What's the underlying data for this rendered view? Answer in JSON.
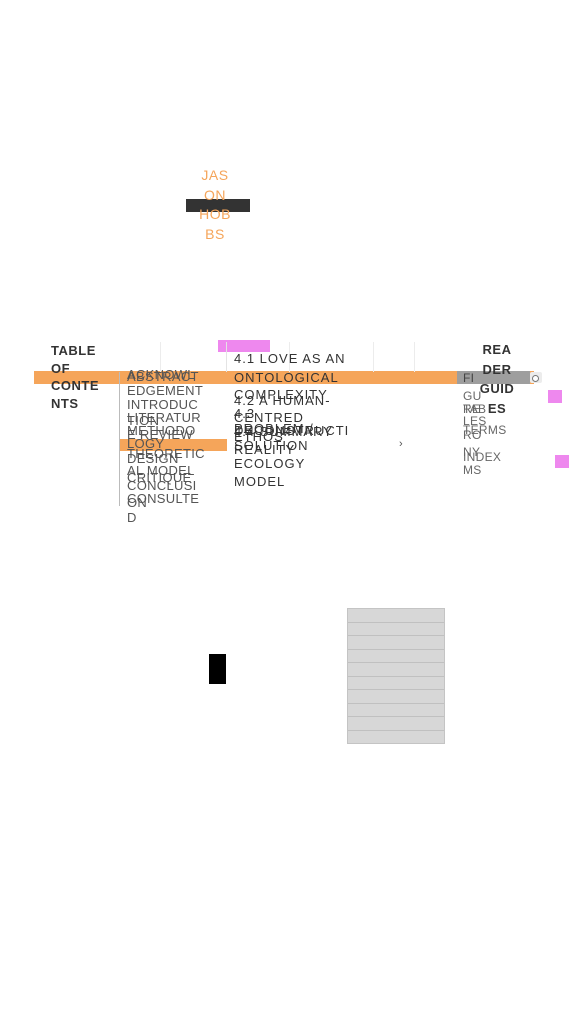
{
  "author": {
    "lines": [
      "JAS",
      "ON",
      "HOB",
      "BS"
    ]
  },
  "toc": {
    "title_lines": [
      "TABLE",
      "OF",
      "CONTE",
      "NTS"
    ]
  },
  "column1": [
    "ACKNOWL",
    "ABSTRACT",
    "EDGEMENT",
    "INTRODUC",
    "LITERATUR",
    "TION",
    "METHODO",
    "E REVIEW",
    "LOGY",
    "THEORETIC",
    "DESIGN",
    "AL MODEL",
    "CRITIQUE",
    "CONCLUSI",
    "ON",
    "CONSULTE",
    "D"
  ],
  "column2": [
    "4.1 LOVE AS AN",
    "ONTOLOGICAL",
    "COMPLEXITY",
    "4.2 A HUMAN-",
    "4.3 DECONSTRUCTI",
    "CENTRED",
    "PROBLEM /",
    "ETHOS",
    "4.4 SUMMARY",
    "SOLUTION",
    "REALITY",
    "ECOLOGY",
    "MODEL"
  ],
  "reader": {
    "title_lines": [
      "REA",
      "DER",
      "GUID",
      "ES"
    ],
    "items": [
      "FI",
      "GU",
      "RE",
      "TAB",
      "LES",
      "TERMS",
      "RO",
      "NY",
      "INDEX",
      "MS"
    ]
  },
  "chevron": "›",
  "colors": {
    "accent_orange": "#f5a55a",
    "accent_pink": "#ee88ee",
    "dark_bar": "#333333",
    "gray_band": "#9e9e9e"
  }
}
